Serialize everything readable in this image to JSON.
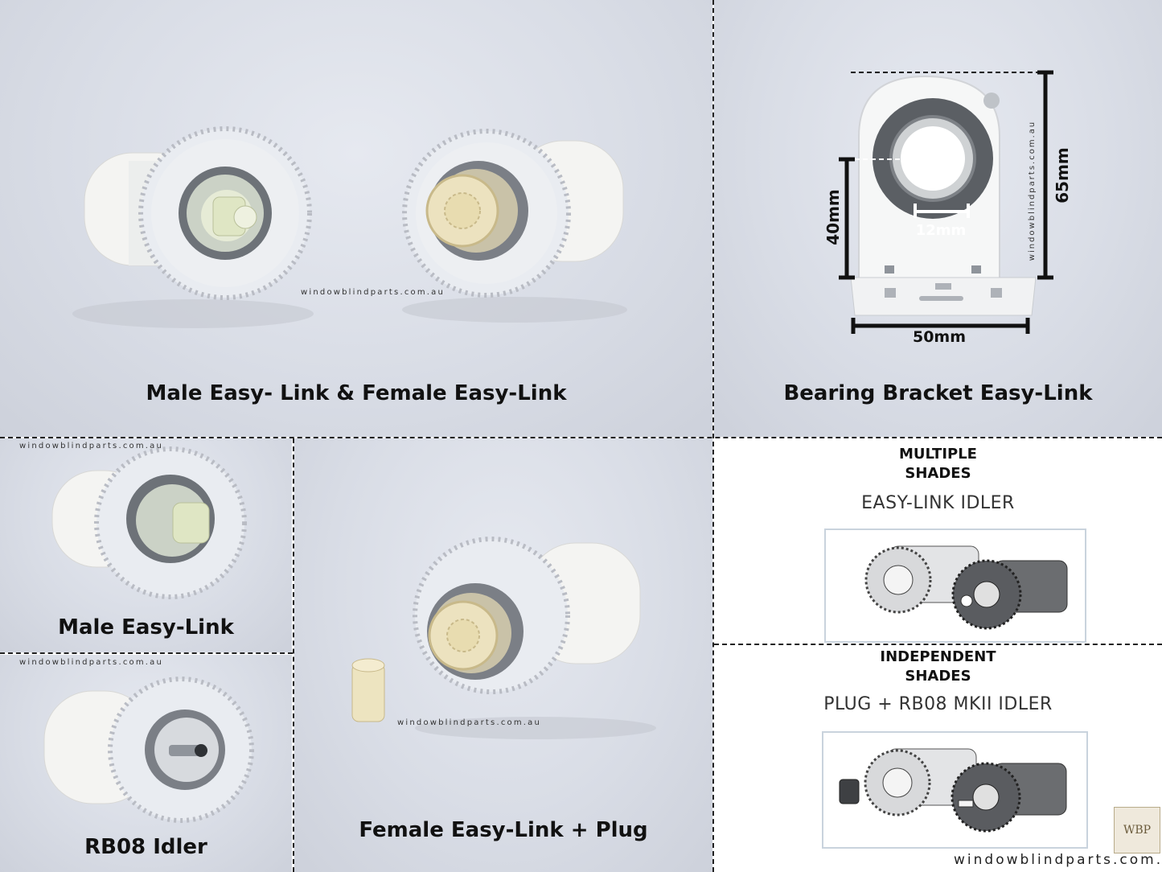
{
  "panels": {
    "top_left": {
      "caption": "Male Easy- Link & Female Easy-Link",
      "watermark": "windowblindparts.com.au"
    },
    "top_right": {
      "caption": "Bearing Bracket Easy-Link",
      "watermark": "windowblindparts.com.au",
      "dimensions": {
        "height": "65mm",
        "axle_height": "40mm",
        "bore": "12mm",
        "width": "50mm"
      }
    },
    "male": {
      "caption": "Male Easy-Link",
      "watermark": "windowblindparts.com.au"
    },
    "rb08": {
      "caption": "RB08 Idler",
      "watermark": "windowblindparts.com.au"
    },
    "female_plug": {
      "caption": "Female Easy-Link + Plug",
      "watermark": "windowblindparts.com.au"
    },
    "multiple": {
      "heading_line1": "MULTIPLE",
      "heading_line2": "SHADES",
      "subtitle": "EASY-LINK IDLER"
    },
    "independent": {
      "heading_line1": "INDEPENDENT",
      "heading_line2": "SHADES",
      "subtitle": "PLUG + RB08 MKII IDLER"
    }
  },
  "brand": {
    "logo_text": "WBP",
    "site": "windowblindparts.com.au"
  },
  "colors": {
    "photo_bg": "#d9dde6",
    "divider": "#222222",
    "text": "#111111"
  }
}
